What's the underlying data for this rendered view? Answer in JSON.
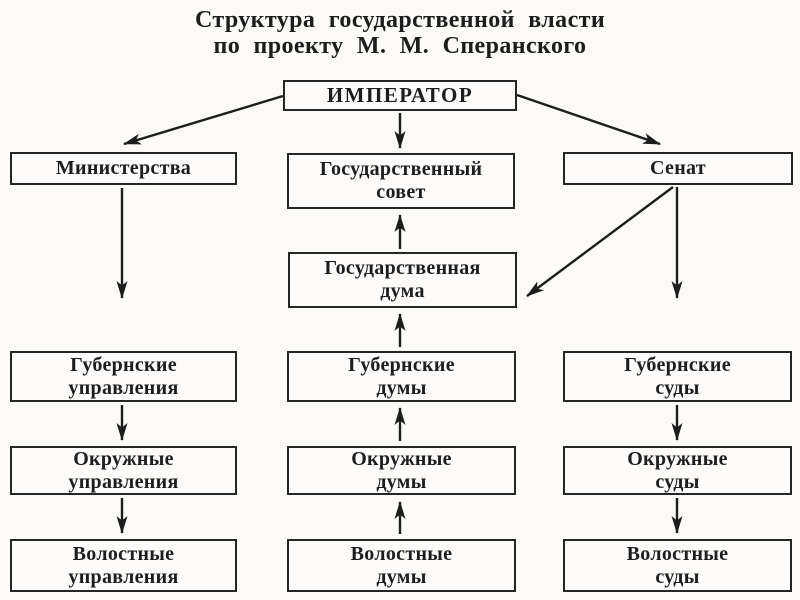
{
  "title": {
    "line1": "Структура государственной власти",
    "line2": "по проекту М. М. Сперанского"
  },
  "colors": {
    "ink": "#1d1d1d",
    "paper": "#fbfaf7",
    "box_border": "#262626"
  },
  "nodes": {
    "imperator": {
      "lines": [
        "ИМПЕРАТОР"
      ]
    },
    "ministries": {
      "lines": [
        "Министерства"
      ]
    },
    "state_council": {
      "lines": [
        "Государственный",
        "совет"
      ]
    },
    "senate": {
      "lines": [
        "Сенат"
      ]
    },
    "state_duma": {
      "lines": [
        "Государственная",
        "дума"
      ]
    },
    "gubernia_administrations": {
      "lines": [
        "Губернские",
        "управления"
      ]
    },
    "gubernia_dumas": {
      "lines": [
        "Губернские",
        "думы"
      ]
    },
    "gubernia_courts": {
      "lines": [
        "Губернские",
        "суды"
      ]
    },
    "district_administrations": {
      "lines": [
        "Окружные",
        "управления"
      ]
    },
    "district_dumas": {
      "lines": [
        "Окружные",
        "думы"
      ]
    },
    "district_courts": {
      "lines": [
        "Окружные",
        "суды"
      ]
    },
    "volost_administrations": {
      "lines": [
        "Волостные",
        "управления"
      ]
    },
    "volost_dumas": {
      "lines": [
        "Волостные",
        "думы"
      ]
    },
    "volost_courts": {
      "lines": [
        "Волостные",
        "суды"
      ]
    }
  },
  "edges": [
    {
      "from": "imperator",
      "to": "ministries"
    },
    {
      "from": "imperator",
      "to": "state_council"
    },
    {
      "from": "imperator",
      "to": "senate"
    },
    {
      "from": "ministries",
      "to": "gubernia_administrations"
    },
    {
      "from": "senate",
      "to": "gubernia_courts"
    },
    {
      "from": "senate",
      "to": "state_duma"
    },
    {
      "from": "state_duma",
      "to": "state_council"
    },
    {
      "from": "gubernia_dumas",
      "to": "state_duma"
    },
    {
      "from": "district_dumas",
      "to": "gubernia_dumas"
    },
    {
      "from": "volost_dumas",
      "to": "district_dumas"
    },
    {
      "from": "gubernia_administrations",
      "to": "district_administrations"
    },
    {
      "from": "district_administrations",
      "to": "volost_administrations"
    },
    {
      "from": "gubernia_courts",
      "to": "district_courts"
    },
    {
      "from": "district_courts",
      "to": "volost_courts"
    }
  ]
}
